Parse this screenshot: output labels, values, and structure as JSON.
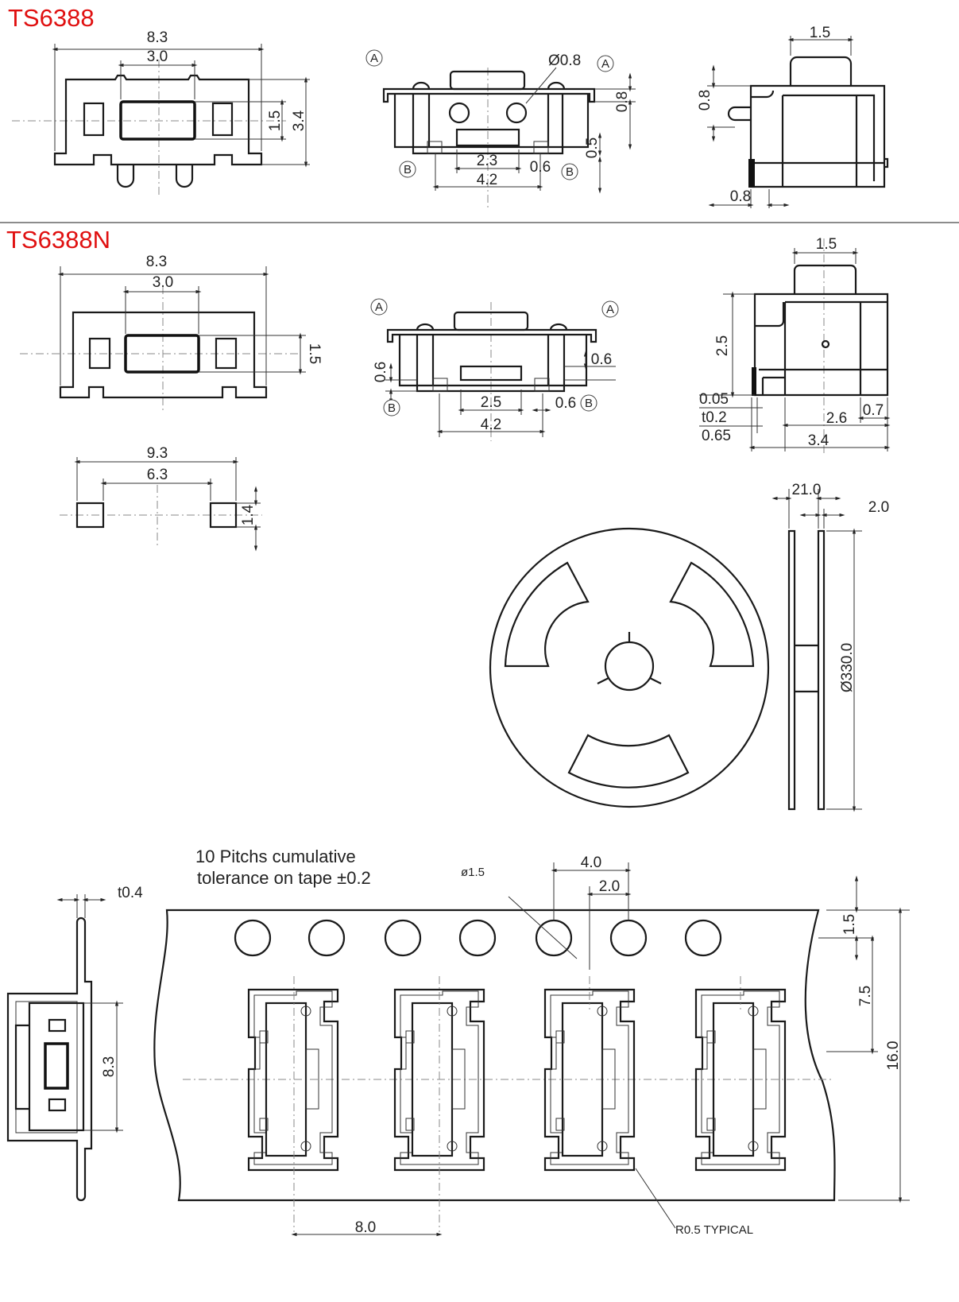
{
  "titles": {
    "ts6388": "TS6388",
    "ts6388n": "TS6388N"
  },
  "ts6388": {
    "front": {
      "width": "8.3",
      "button_width": "3.0",
      "button_height": "1.5",
      "height": "3.4"
    },
    "side": {
      "ref_a": "A",
      "ref_b": "B",
      "hole_dia": "Ø0.8",
      "top_offset": "0.8",
      "bottom_offset": "0.5",
      "inner_width": "2.3",
      "foot": "0.6",
      "outer_width": "4.2"
    },
    "end": {
      "button_width": "1.5",
      "button_height": "0.8",
      "terminal": "0.8"
    }
  },
  "ts6388n": {
    "front": {
      "width": "8.3",
      "button_width": "3.0",
      "button_height": "1.5"
    },
    "side": {
      "ref_a": "A",
      "ref_b": "B",
      "left_height": "0.6",
      "right_height": "0.6",
      "inner_width": "2.5",
      "foot": "0.6",
      "outer_width": "4.2"
    },
    "end": {
      "button_width": "1.5",
      "height": "2.5",
      "gap": "0.05",
      "thickness": "t0.2",
      "offset": "0.65",
      "body": "2.6",
      "rear": "0.7",
      "depth": "3.4"
    },
    "footprint": {
      "outer": "9.3",
      "inner": "6.3",
      "pad_height": "1.4"
    }
  },
  "reel": {
    "width": "21.0",
    "flange": "2.0",
    "diameter": "Ø330.0"
  },
  "tape": {
    "note_line1": "10 Pitchs cumulative",
    "note_line2": "tolerance on tape ±0.2",
    "hole_dia": "ø1.5",
    "hole_pitch": "4.0",
    "hole_offset": "2.0",
    "thickness": "t0.4",
    "edge": "1.5",
    "center": "7.5",
    "width": "16.0",
    "pocket": "8.3",
    "pitch": "8.0",
    "radius": "R0.5 TYPICAL"
  }
}
